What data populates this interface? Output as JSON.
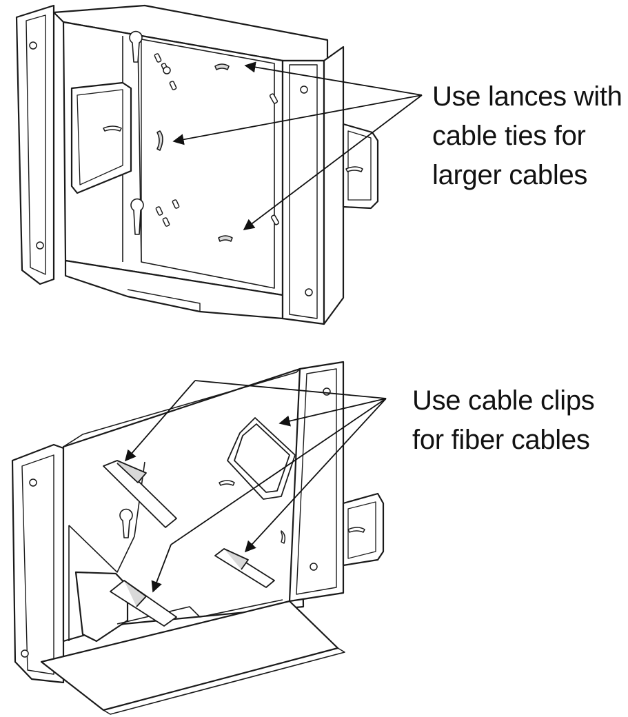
{
  "diagram": {
    "top_panel": {
      "callout_lines": [
        "Use lances with",
        "cable ties for",
        "larger cables"
      ]
    },
    "bottom_panel": {
      "callout_lines": [
        "Use cable clips",
        "for fiber cables"
      ]
    }
  },
  "colors": {
    "stroke": "#1a1a1a",
    "background": "#ffffff",
    "shade": "#d9d9d9"
  }
}
